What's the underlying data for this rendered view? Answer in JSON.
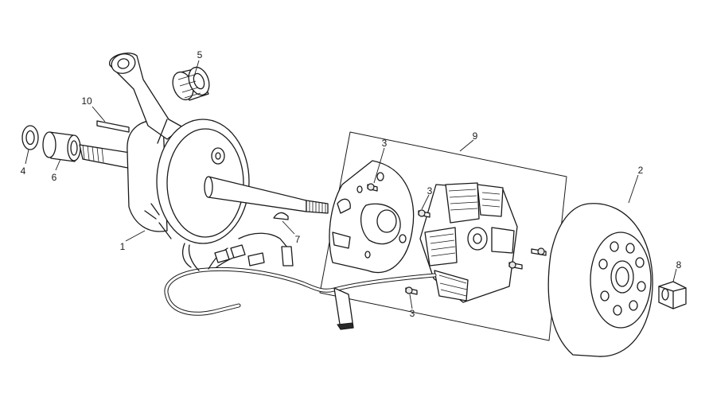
{
  "callouts": {
    "c1": "1",
    "c2": "2",
    "c3a": "3",
    "c3b": "3",
    "c3c": "3",
    "c4": "4",
    "c5": "5",
    "c6": "6",
    "c7": "7",
    "c8": "8",
    "c9": "9",
    "c10": "10"
  }
}
